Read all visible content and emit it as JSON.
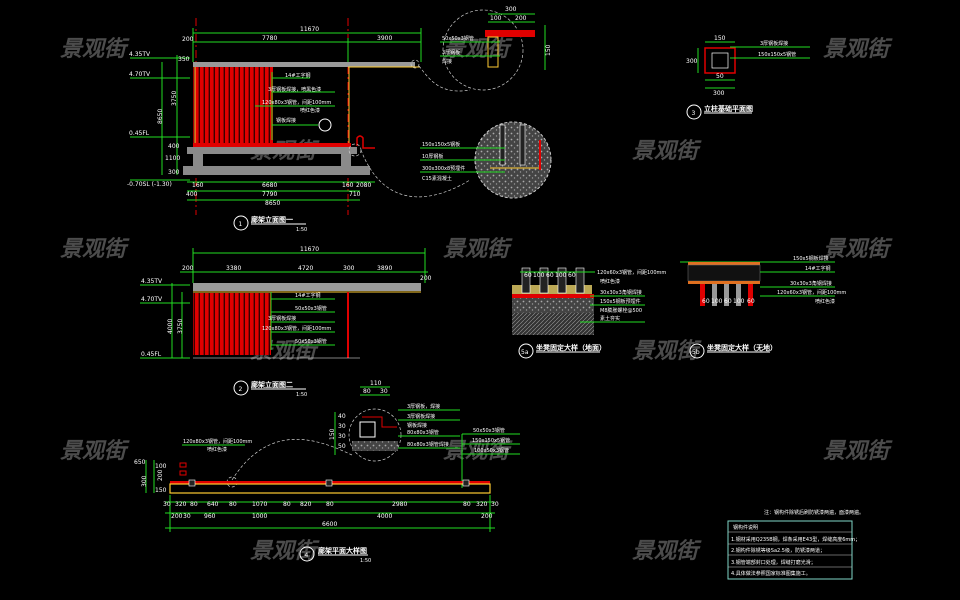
{
  "watermark": "景观街",
  "elevation1": {
    "number": "1",
    "title": "廊架立面图一",
    "scale": "1:50",
    "top_dims": {
      "overall": "11670",
      "left_overhang": "200",
      "main": "7780",
      "cantilever": "3900"
    },
    "bottom_dims": {
      "row1": [
        "160",
        "6680",
        "160",
        "2080"
      ],
      "row2": [
        "400",
        "7790",
        "710"
      ],
      "overall": "8650"
    },
    "levels": [
      "4.35TV",
      "4.70TV",
      "0.45FL",
      "-0.70SL (-1.30)"
    ],
    "left_dims": [
      "350",
      "3750",
      "8650",
      "400",
      "1100",
      "300"
    ],
    "callouts": [
      "14#工字钢",
      "3厚钢板焊接，喷黑色漆",
      "120x80x3钢管，间距100mm",
      "喷红色漆",
      "钢板焊接"
    ]
  },
  "detail_top": {
    "dims": [
      "300",
      "100",
      "200",
      "150"
    ],
    "callouts": [
      "50x50x3钢管",
      "3厚钢板",
      "焊接"
    ]
  },
  "detail_base": {
    "callouts": [
      "150x150x5钢板",
      "10厚钢板",
      "300x300x8预埋件",
      "C15素混凝土"
    ]
  },
  "section3": {
    "number": "3",
    "title": "立柱基础平面图",
    "dims": [
      "150",
      "50",
      "300",
      "300"
    ],
    "callouts": [
      "3厚钢板焊接",
      "150x150x5钢管"
    ]
  },
  "elevation2": {
    "number": "2",
    "title": "廊架立面图二",
    "scale": "1:50",
    "top_dims": {
      "overall": "11670",
      "segments": [
        "200",
        "3380",
        "4720",
        "300",
        "3890",
        "200"
      ]
    },
    "levels": [
      "4.35TV",
      "4.70TV",
      "0.45FL"
    ],
    "left_dims": [
      "4000",
      "3750"
    ],
    "callouts": [
      "14#工字钢",
      "50x50x3钢管",
      "3厚钢板焊接",
      "120x80x3钢管，间距100mm",
      "50x50x3钢管"
    ]
  },
  "detail5a": {
    "number": "5a",
    "title": "坐凳固定大样（地面）",
    "dims": [
      "60",
      "100",
      "60",
      "100",
      "60"
    ],
    "callouts": [
      "120x60x3钢管，间距100mm",
      "喷红色漆",
      "30x30x3角钢焊接",
      "150x5钢板预埋件",
      "M8膨胀螺栓@500",
      "素土夯实"
    ]
  },
  "detail5b": {
    "number": "5b",
    "title": "坐凳固定大样（无地）",
    "dims": [
      "60",
      "100",
      "60",
      "100",
      "60"
    ],
    "callouts": [
      "150x5钢板焊接",
      "14#工字钢",
      "30x30x3角钢焊接",
      "120x60x3钢管，间距100mm",
      "喷红色漆"
    ]
  },
  "plan4": {
    "number": "4",
    "title": "廊架平面大样图",
    "scale": "1:50",
    "detail_dims": [
      "110",
      "80",
      "30",
      "150",
      "40",
      "30",
      "30",
      "50"
    ],
    "row1": [
      "30",
      "320",
      "80",
      "640",
      "80",
      "1070",
      "80",
      "820",
      "80",
      "2980",
      "80",
      "320",
      "30"
    ],
    "row2": [
      "200",
      "30",
      "960",
      "1000",
      "4000",
      "200"
    ],
    "overall": "6600",
    "left_dims": [
      "650",
      "300",
      "200",
      "100",
      "150"
    ],
    "callouts": [
      "120x80x3钢管，间距100mm",
      "喷红色漆",
      "3厚钢板，焊接",
      "3厚钢板焊接",
      "钢板焊接",
      "80x80x3钢管",
      "80x80x3钢管焊接",
      "50x50x3钢管",
      "150x150x5钢管",
      "100x50x3钢管"
    ]
  },
  "notes": {
    "header_note": "注：钢构件除锈后刷防锈漆两遍，面漆两遍。",
    "title": "钢构件说明",
    "items": [
      "1.钢材采用Q235B钢，焊条采用E43型，焊缝高度6mm；",
      "2.钢构件除锈等级Sa2.5级，防锈漆两道；",
      "3.钢管端部封口处理，焊缝打磨光滑；",
      "4.具体做法参照国家标准图集施工。"
    ]
  },
  "colors": {
    "background": "#000000",
    "dimension": "#22dd22",
    "steel_red": "#e00000",
    "concrete": "#8a8a8a",
    "accent_yellow": "#ffcc33"
  }
}
